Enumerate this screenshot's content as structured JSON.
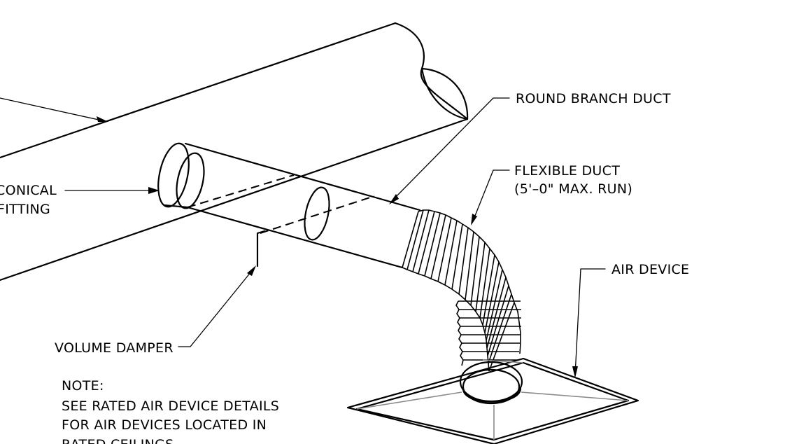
{
  "labels": {
    "round_branch_duct": "ROUND BRANCH DUCT",
    "flexible_duct_line1": "FLEXIBLE DUCT",
    "flexible_duct_line2": "(5'–0\" MAX. RUN)",
    "air_device": "AIR DEVICE",
    "conical_fitting_line1": "CONICAL",
    "conical_fitting_line2": "FITTING",
    "volume_damper": "VOLUME DAMPER",
    "note_title": "NOTE:",
    "note_line1": "SEE RATED AIR DEVICE DETAILS",
    "note_line2": "FOR AIR DEVICES LOCATED IN",
    "note_line3": "RATED CEILINGS."
  }
}
